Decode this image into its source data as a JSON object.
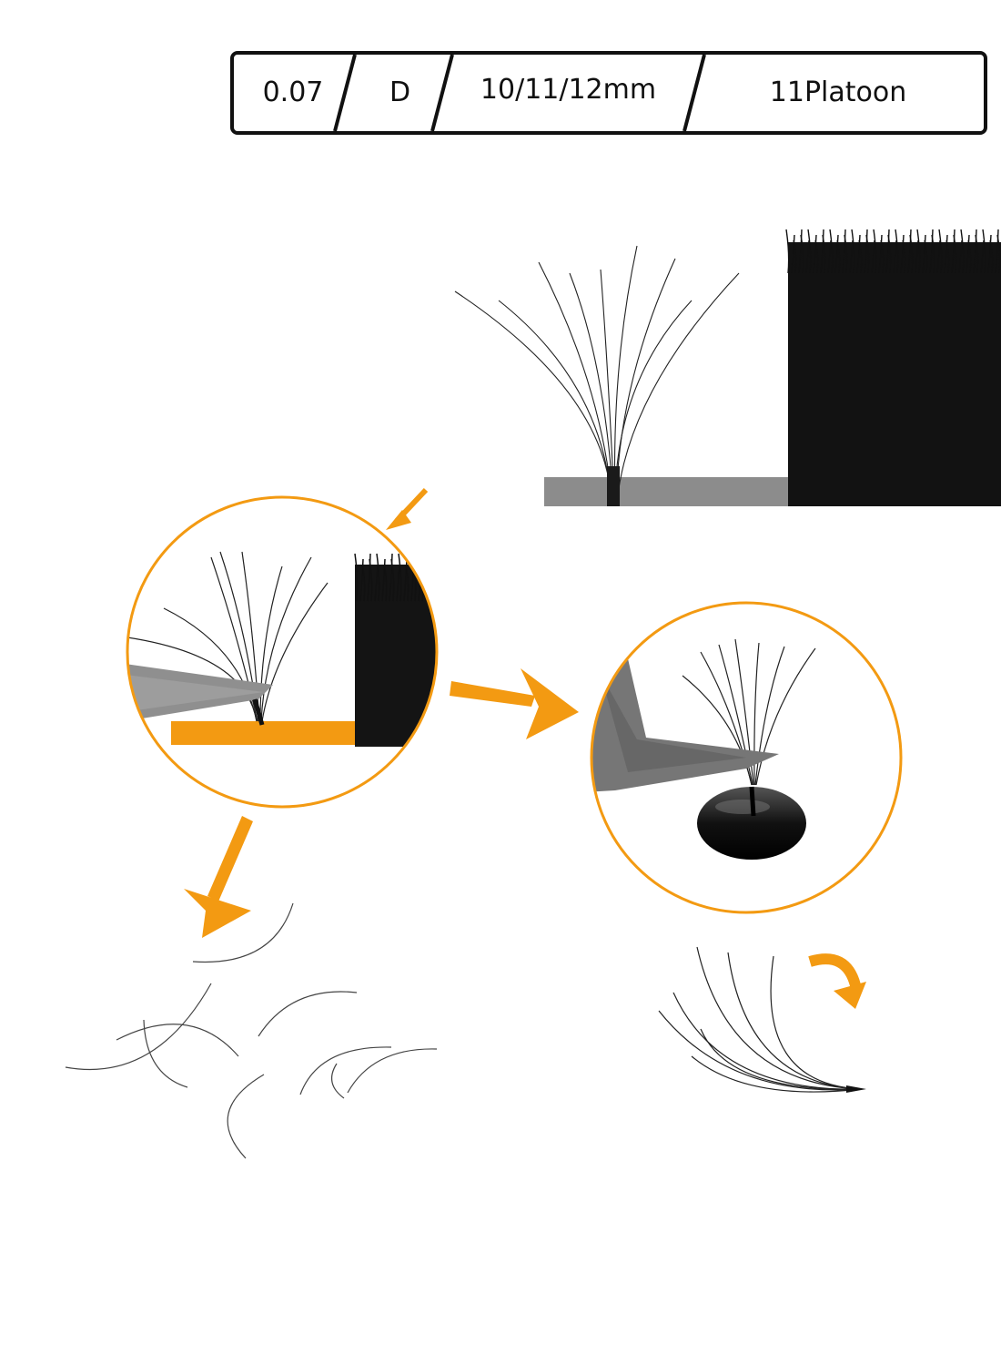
{
  "spec_bar": {
    "thickness": "0.07",
    "curl": "D",
    "length": "10/11/12mm",
    "count": "11Platoon"
  },
  "colors": {
    "accent_orange": "#f39a12",
    "lash_black": "#111111",
    "strip_gray": "#8c8c8c",
    "border": "#111111"
  }
}
